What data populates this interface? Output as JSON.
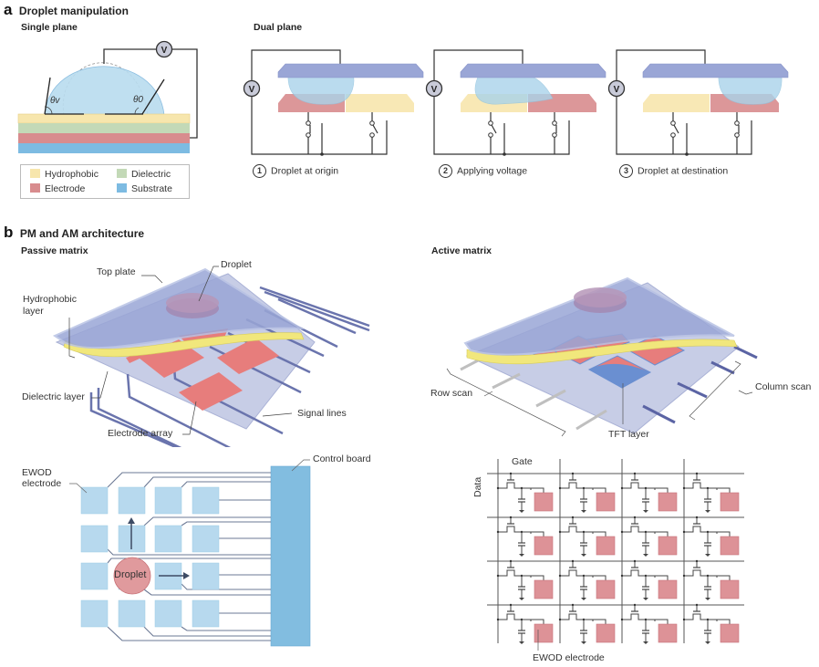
{
  "panel_a": {
    "letter": "a",
    "title": "Droplet manipulation",
    "single_plane": {
      "title": "Single plane",
      "voltmeter_label": "V",
      "angle_left_label": "θv",
      "angle_right_label": "θ0",
      "legend": [
        {
          "label": "Hydrophobic",
          "color": "#f7e6ad"
        },
        {
          "label": "Dielectric",
          "color": "#c3d9b7"
        },
        {
          "label": "Electrode",
          "color": "#d88c8e"
        },
        {
          "label": "Substrate",
          "color": "#7dbbe2"
        }
      ]
    },
    "dual_plane": {
      "title": "Dual plane",
      "voltmeter_label": "V",
      "steps": [
        {
          "number": "1",
          "label": "Droplet at origin"
        },
        {
          "number": "2",
          "label": "Applying voltage"
        },
        {
          "number": "3",
          "label": "Droplet at destination"
        }
      ]
    }
  },
  "panel_b": {
    "letter": "b",
    "title": "PM and AM architecture",
    "passive_matrix": {
      "title": "Passive matrix",
      "labels": {
        "top_plate": "Top plate",
        "droplet": "Droplet",
        "hydrophobic_layer_1": "Hydrophobic",
        "hydrophobic_layer_2": "layer",
        "dielectric_layer": "Dielectric layer",
        "electrode_array": "Electrode array",
        "signal_lines": "Signal lines"
      },
      "grid": {
        "ewod_label_1": "EWOD",
        "ewod_label_2": "electrode",
        "control_board": "Control board",
        "droplet": "Droplet",
        "rows": 4,
        "cols": 4
      }
    },
    "active_matrix": {
      "title": "Active matrix",
      "labels": {
        "row_scan": "Row scan",
        "column_scan": "Column scan",
        "tft_layer": "TFT layer"
      },
      "circuit": {
        "gate": "Gate",
        "data": "Data",
        "ewod_electrode": "EWOD electrode",
        "rows": 4,
        "cols": 4
      }
    }
  },
  "colors": {
    "hydrophobic": "#f7e6ad",
    "dielectric": "#c3d9b7",
    "electrode": "#d88c8e",
    "substrate": "#7dbbe2",
    "plate": "#9aa6d6",
    "droplet": "#a9d3ea",
    "electrode_pad": "#e77d7c",
    "yellow_layer": "#f1e77c",
    "signal_line": "#6a74ad",
    "control_board": "#82bde0",
    "pm_pad": "#b7d9ee",
    "am_pad": "#dd9297"
  }
}
